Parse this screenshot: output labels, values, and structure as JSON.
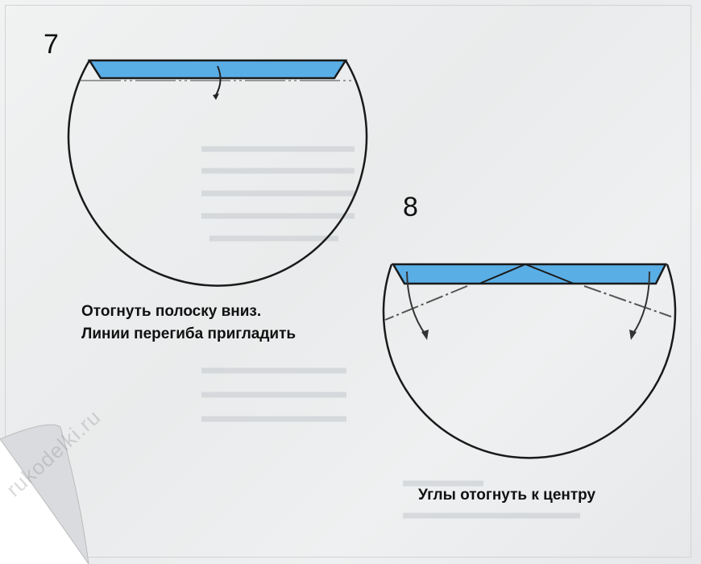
{
  "steps": [
    {
      "number": "7",
      "caption_lines": [
        "Отогнуть полоску вниз.",
        "Линии перегиба пригладить"
      ]
    },
    {
      "number": "8",
      "caption_lines": [
        "Углы отогнуть к центру"
      ]
    }
  ],
  "watermark": "rukodelki.ru",
  "colors": {
    "fold_strip": "#5aaee6",
    "outline": "#1a1a1a"
  }
}
